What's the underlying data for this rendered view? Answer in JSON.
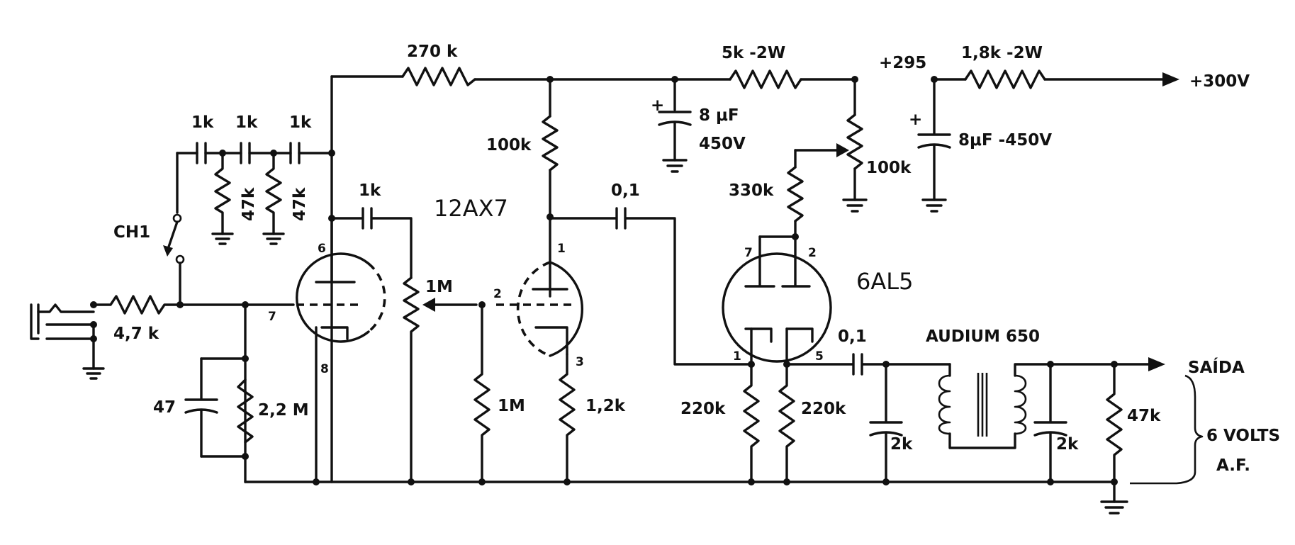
{
  "labels": {
    "r_feedback": "270 k",
    "r_drop1": "5k -2W",
    "v_mid": "+295",
    "r_drop2": "1,8k -2W",
    "supply": "+300V",
    "c_filter1_a": "8 μF",
    "c_filter1_b": "450V",
    "c_filter2": "8μF -450V",
    "r_plate": "100k",
    "r_pot_bias": "100k",
    "r_bias": "330k",
    "c_net1": "1k",
    "c_net2": "1k",
    "c_net3": "1k",
    "r_net1": "47k",
    "r_net2": "47k",
    "switch": "CH1",
    "r_input": "4,7 k",
    "c_grid": "47",
    "r_grid": "2,2 M",
    "c_couple1": "1k",
    "tube1": "12AX7",
    "pot_volume": "1M",
    "r_grid2": "1M",
    "r_cathode": "1,2k",
    "c_couple2": "0,1",
    "tube2": "6AL5",
    "r_diode1": "220k",
    "r_diode2": "220k",
    "c_out": "0,1",
    "transformer": "AUDIUM 650",
    "c_tx1": "2k",
    "c_tx2": "2k",
    "r_load": "47k",
    "output": "SAÍDA",
    "output_level": "6 VOLTS",
    "output_type": "A.F."
  },
  "pins": {
    "t1_plate": "6",
    "t1_grid": "7",
    "t1_cathode": "8",
    "t2_plate": "1",
    "t2_grid": "2",
    "t2_cathode": "3",
    "d_p1": "7",
    "d_p2": "2",
    "d_k1": "1",
    "d_k2": "5"
  }
}
